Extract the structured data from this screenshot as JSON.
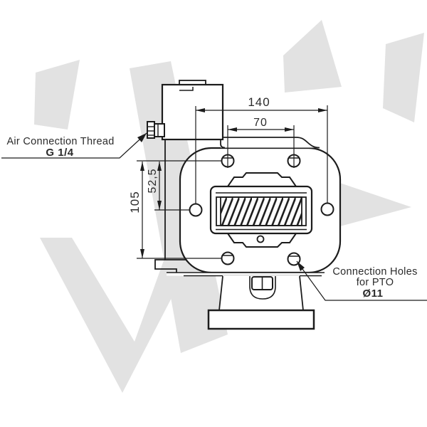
{
  "drawing": {
    "title": "PTO side view technical drawing",
    "dimensions": {
      "horizontal_overall": "140",
      "horizontal_upper": "70",
      "vertical_overall": "105",
      "vertical_half": "52,5"
    },
    "labels": {
      "air_thread_title": "Air Connection Thread",
      "air_thread_size": "G 1/4",
      "pto_holes_title": "Connection Holes",
      "pto_holes_subtitle": "for PTO",
      "pto_holes_diameter": "Ø11"
    },
    "colors": {
      "line": "#1c1c1c",
      "text": "#2b2b2b",
      "watermark": "#e2e2e2",
      "background": "#ffffff"
    }
  }
}
